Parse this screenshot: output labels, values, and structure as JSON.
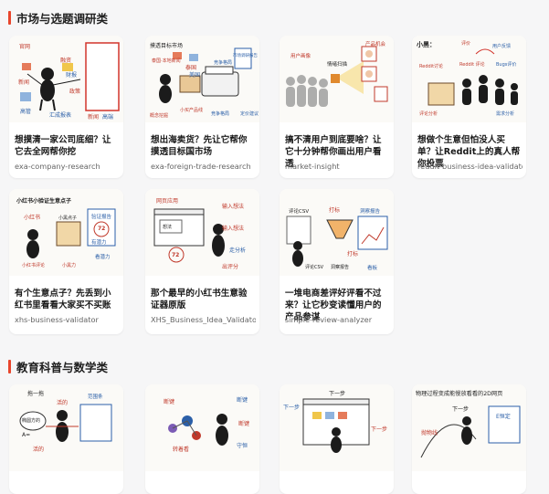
{
  "sections": [
    {
      "title": "市场与选题调研类",
      "cards": [
        {
          "title": "想摸清一家公司底细？让它去全网帮你挖",
          "slug": "exa-company-research",
          "thumb": {
            "labels": [
              "官网",
              "新闻",
              "高管",
              "融资",
              "财报",
              "政策",
              "汇成报表",
              "新闻",
              "高端"
            ]
          }
        },
        {
          "title": "想出海卖货？先让它帮你摸透目标国市场",
          "slug": "exa-foreign-trade-research",
          "thumb": {
            "labels": [
              "摸透目标市场",
              "泰国·本地新闻",
              "泰国",
              "美国",
              "竞争格局",
              "市场调研报告",
              "概念挖掘",
              "小买产品线",
              "竞争格局",
              "定价建议"
            ]
          }
        },
        {
          "title": "搞不清用户到底要啥？让它十分钟帮你画出用户看透",
          "slug": "market-insight",
          "thumb": {
            "labels": [
              "用户画像",
              "情绪扫描",
              "产品机会"
            ]
          }
        },
        {
          "title": "想做个生意但怕没人买单？让Reddit上的真人帮你投票",
          "slug": "reddit-business-idea-validator",
          "thumb": {
            "labels": [
              "小黑：",
              "Reddit讨论",
              "评价",
              "用户反馈",
              "Reddit 评论",
              "Bugs评价",
              "评论分析",
              "需求分析"
            ]
          }
        }
      ]
    },
    {
      "title": "",
      "cards": [
        {
          "title": "有个生意点子？先丢到小红书里看看大家买不买账",
          "slug": "xhs-business-validator",
          "thumb": {
            "labels": [
              "小红书小验证生意点子",
              "小红书",
              "小黑点子",
              "验证报告",
              "72",
              "有潜力",
              "小红书评论",
              "小黑力",
              "看潜力"
            ]
          }
        },
        {
          "title": "那个最早的小红书生意验证器原版",
          "slug": "XHS_Business_Idea_Validator",
          "thumb": {
            "labels": [
              "网页应用",
              "输入想法",
              "想法",
              "输入想法",
              "72",
              "走分析",
              "出评分"
            ]
          }
        },
        {
          "title": "一堆电商差评好评看不过来？让它秒变读懂用户的产品参谋",
          "slug": "simple-review-analyzer",
          "thumb": {
            "labels": [
              "评论CSV",
              "打标",
              "洞察报告",
              "评论CSV",
              "洞察报告",
              "打标",
              "看板"
            ]
          }
        }
      ]
    },
    {
      "title": "教育科普与数学类",
      "cards": [
        {
          "title": "",
          "slug": "",
          "thumb": {
            "labels": [
              "拖一拖",
              "椭圆方的",
              "A=",
              "范围条",
              "活的",
              "活的"
            ]
          }
        },
        {
          "title": "",
          "slug": "",
          "thumb": {
            "labels": [
              "断键",
              "断键",
              "转着看",
              "断键",
              "守恒"
            ]
          }
        },
        {
          "title": "",
          "slug": "",
          "thumb": {
            "labels": [
              "下一步",
              "下一步",
              "下一步"
            ]
          }
        },
        {
          "title": "",
          "slug": "",
          "thumb": {
            "labels": [
              "物理过程变成能慢放看看的2D网页",
              "抛物线",
              "下一步",
              "E恒定"
            ]
          }
        }
      ]
    }
  ]
}
